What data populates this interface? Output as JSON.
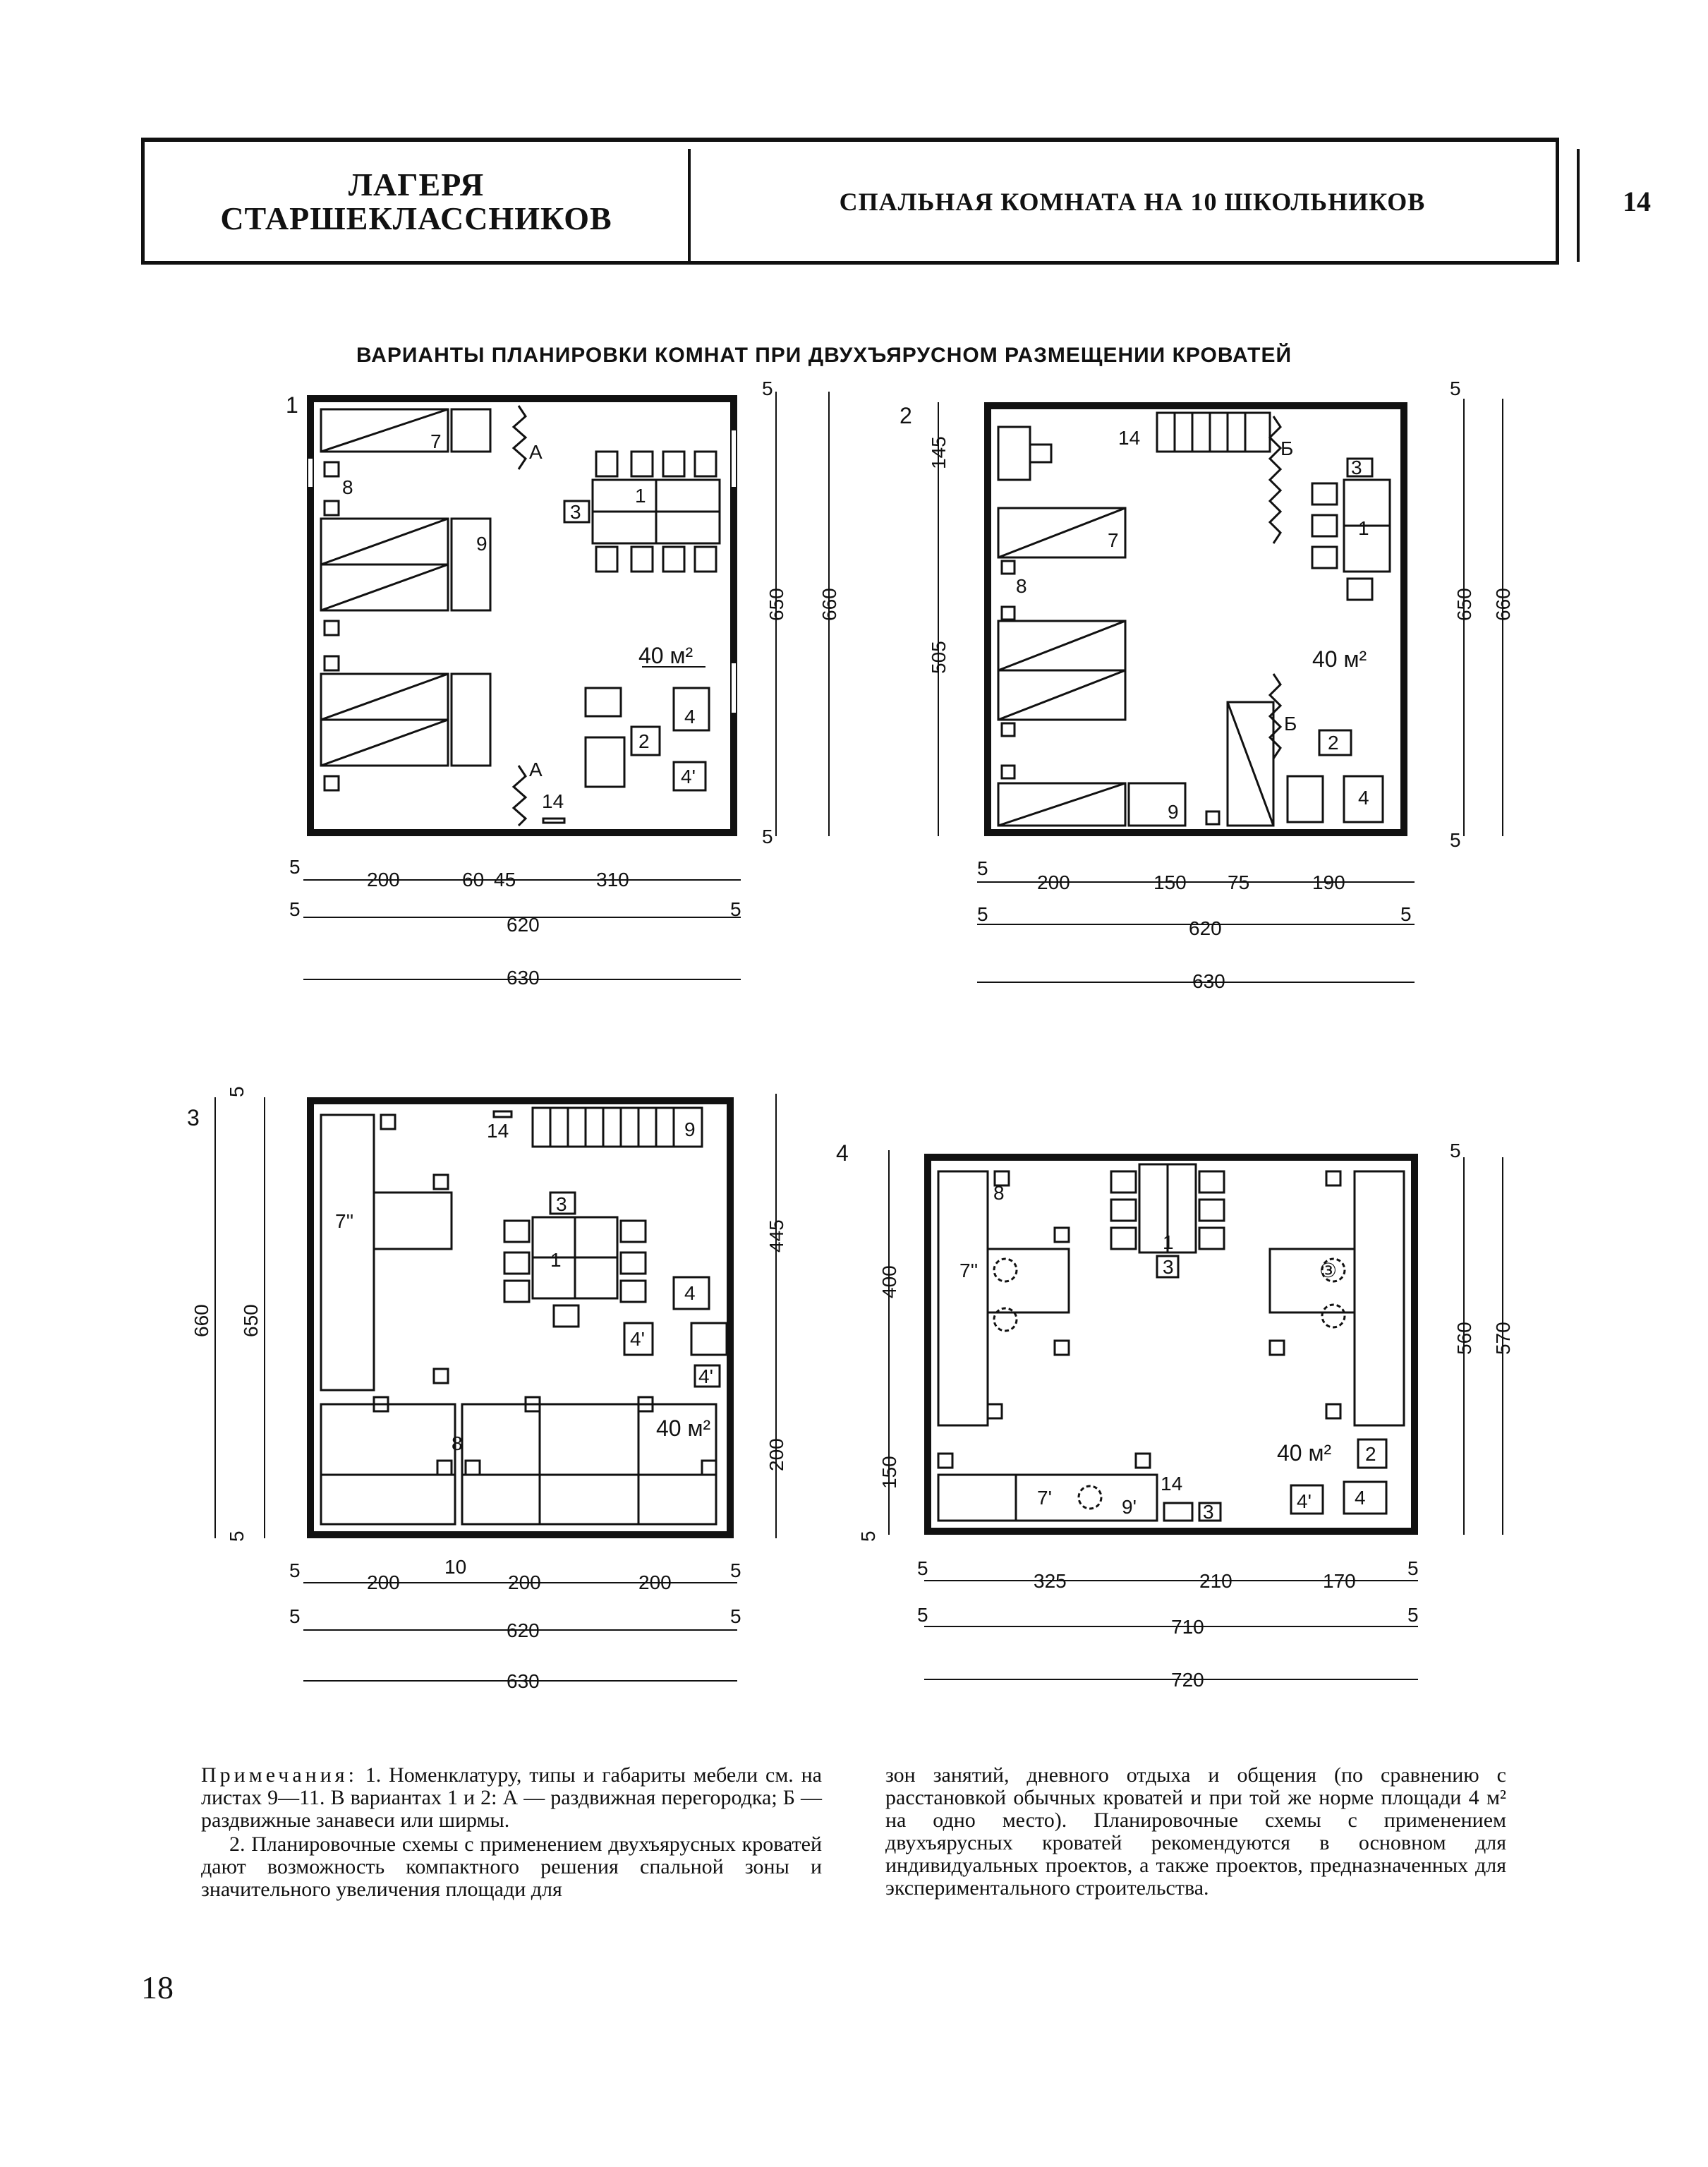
{
  "header": {
    "section_line1": "ЛАГЕРЯ",
    "section_line2": "СТАРШЕКЛАССНИКОВ",
    "sheet_title": "СПАЛЬНАЯ КОМНАТА НА 10 ШКОЛЬНИКОВ",
    "sheet_number": "14"
  },
  "figure_title": "ВАРИАНТЫ ПЛАНИРОВКИ КОМНАТ ПРИ ДВУХЪЯРУСНОМ РАЗМЕЩЕНИИ КРОВАТЕЙ",
  "plans": [
    {
      "number": "1",
      "area": "40 м²",
      "dims_top": [
        "5",
        "200",
        "60",
        "45",
        "310"
      ],
      "dims_mid": [
        "5",
        "620",
        "5"
      ],
      "dims_total": "630",
      "dims_side": [
        "5",
        "650",
        "660",
        "5"
      ],
      "labels": [
        "7",
        "8",
        "9",
        "А",
        "А",
        "14",
        "1",
        "3",
        "2",
        "4",
        "4'"
      ]
    },
    {
      "number": "2",
      "area": "40 м²",
      "dims_top": [
        "5",
        "200",
        "150",
        "75",
        "190"
      ],
      "dims_mid": [
        "5",
        "620",
        "5"
      ],
      "dims_total": "630",
      "dims_side": [
        "145",
        "505",
        "5",
        "650",
        "660",
        "5"
      ],
      "labels": [
        "14",
        "Б",
        "Б",
        "3",
        "1",
        "7",
        "8",
        "9",
        "2",
        "4"
      ]
    },
    {
      "number": "3",
      "area": "40 м²",
      "dims_top": [
        "5",
        "200",
        "10",
        "200",
        "200",
        "5"
      ],
      "dims_mid": [
        "5",
        "620",
        "5"
      ],
      "dims_total": "630",
      "dims_side": [
        "5",
        "660",
        "650",
        "5",
        "445",
        "200"
      ],
      "labels": [
        "14",
        "9",
        "7''",
        "3",
        "1",
        "4",
        "4'",
        "4'",
        "8"
      ]
    },
    {
      "number": "4",
      "area": "40 м²",
      "dims_top": [
        "5",
        "325",
        "210",
        "170",
        "5"
      ],
      "dims_mid": [
        "5",
        "710",
        "5"
      ],
      "dims_total": "720",
      "dims_side": [
        "5",
        "400",
        "150",
        "5",
        "560",
        "570"
      ],
      "labels": [
        "8",
        "7''",
        "1",
        "3",
        "③",
        "14",
        "7'",
        "9'",
        "3",
        "2",
        "4'",
        "4"
      ]
    }
  ],
  "notes": {
    "heading": "Примечания:",
    "p1": "1. Номенклатуру, типы и габариты мебели см. на листах 9—11. В вариантах 1 и 2: А — раздвижная перегородка; Б — раздвижные занавеси или ширмы.",
    "p2": "2. Планировочные схемы с применением двухъярусных кроватей дают возможность компактного решения спальной зоны и значительного увеличения площади для",
    "p3": "зон занятий, дневного отдыха и общения (по сравнению с расстановкой обычных кроватей и при той же норме площади 4 м² на одно место). Планировочные схемы с применением двухъярусных кроватей рекомендуются в основном для индивидуальных проектов, а также проектов, предназначенных для экспериментального строительства."
  },
  "page_number": "18"
}
